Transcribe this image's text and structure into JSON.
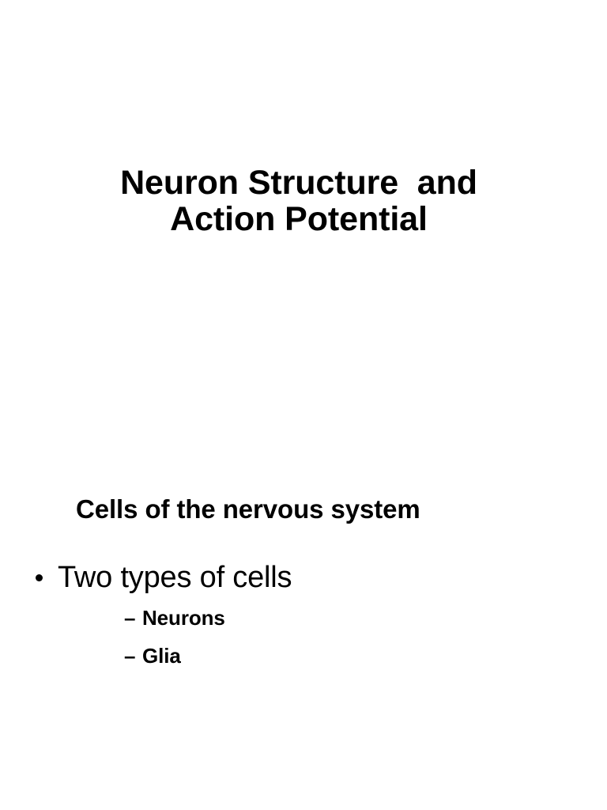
{
  "slide": {
    "background_color": "#ffffff",
    "text_color": "#000000",
    "title": "Neuron Structure  and Action Potential",
    "section_heading": "Cells of the nervous system",
    "bullets": [
      {
        "marker": "bullet-dot",
        "text": "Two types of cells",
        "children": [
          {
            "marker": "–",
            "text": "Neurons"
          },
          {
            "marker": "–",
            "text": "Glia"
          }
        ]
      }
    ]
  }
}
